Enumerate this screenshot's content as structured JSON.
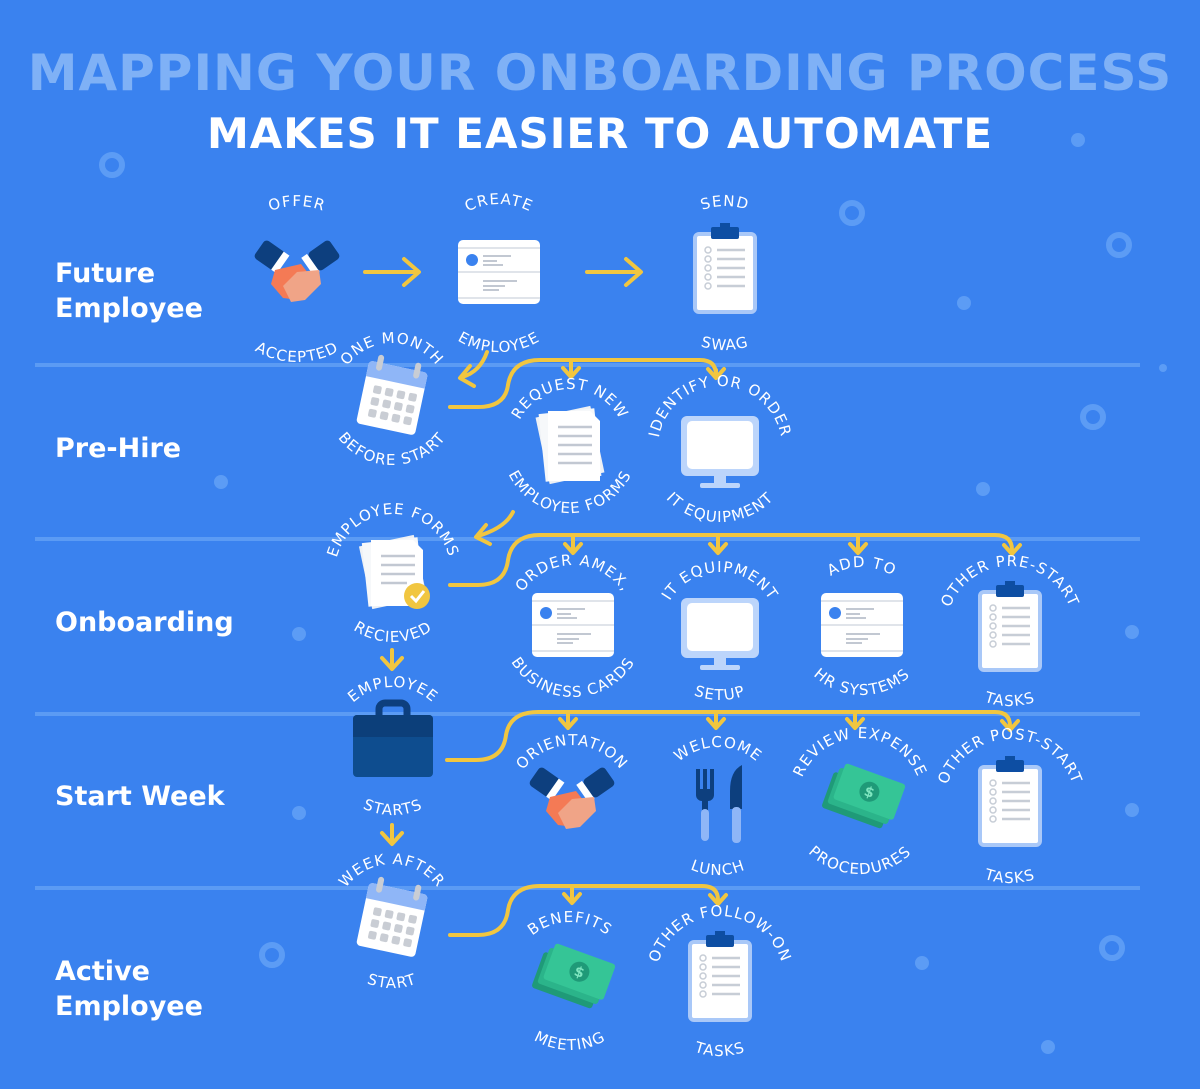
{
  "title": {
    "line1": "MAPPING YOUR ONBOARDING PROCESS",
    "line2": "MAKES IT EASIER TO AUTOMATE"
  },
  "rows": [
    {
      "lines": [
        "Future",
        "Employee"
      ]
    },
    {
      "lines": [
        "Pre-Hire"
      ]
    },
    {
      "lines": [
        "Onboarding"
      ]
    },
    {
      "lines": [
        "Start Week"
      ]
    },
    {
      "lines": [
        "Active",
        "Employee"
      ]
    }
  ],
  "nodes": {
    "offer": {
      "top": "OFFER",
      "bottom": "ACCEPTED",
      "icon": "handshake-icon"
    },
    "create": {
      "top": "CREATE",
      "bottom": "EMPLOYEE",
      "icon": "id-card-icon"
    },
    "swag": {
      "top": "SEND",
      "bottom": "SWAG",
      "icon": "clipboard-icon"
    },
    "month": {
      "top": "ONE MONTH",
      "bottom": "BEFORE START",
      "icon": "calendar-icon"
    },
    "request": {
      "top": "REQUEST NEW",
      "bottom": "EMPLOYEE FORMS",
      "icon": "documents-icon"
    },
    "identify": {
      "top": "IDENTIFY OR ORDER",
      "bottom": "IT EQUIPMENT",
      "icon": "monitor-icon"
    },
    "received": {
      "top": "EMPLOYEE FORMS",
      "bottom": "RECIEVED",
      "icon": "documents-check-icon"
    },
    "amex": {
      "top": "ORDER AMEX,",
      "bottom": "BUSINESS CARDS",
      "icon": "id-card-icon"
    },
    "setup": {
      "top": "IT EQUIPMENT",
      "bottom": "SETUP",
      "icon": "monitor-icon"
    },
    "hr": {
      "top": "ADD TO",
      "bottom": "HR SYSTEMS",
      "icon": "id-card-icon"
    },
    "prestart": {
      "top": "OTHER PRE-START",
      "bottom": "TASKS",
      "icon": "clipboard-icon"
    },
    "starts": {
      "top": "EMPLOYEE",
      "bottom": "STARTS",
      "icon": "briefcase-icon"
    },
    "orientation": {
      "top": "ORIENTATION",
      "bottom": "",
      "icon": "handshake-icon"
    },
    "lunch": {
      "top": "WELCOME",
      "bottom": "LUNCH",
      "icon": "cutlery-icon"
    },
    "expense": {
      "top": "REVIEW EXPENSE",
      "bottom": "PROCEDURES",
      "icon": "money-icon"
    },
    "poststart": {
      "top": "OTHER POST-START",
      "bottom": "TASKS",
      "icon": "clipboard-icon"
    },
    "weekafter": {
      "top": "WEEK AFTER",
      "bottom": "START",
      "icon": "calendar-icon"
    },
    "benefits": {
      "top": "BENEFITS",
      "bottom": "MEETING",
      "icon": "money-icon"
    },
    "followon": {
      "top": "OTHER FOLLOW-ON",
      "bottom": "TASKS",
      "icon": "clipboard-icon"
    }
  },
  "colors": {
    "background": "#3a82ef",
    "arrow": "#f1c640",
    "navy": "#0d3f7e"
  }
}
